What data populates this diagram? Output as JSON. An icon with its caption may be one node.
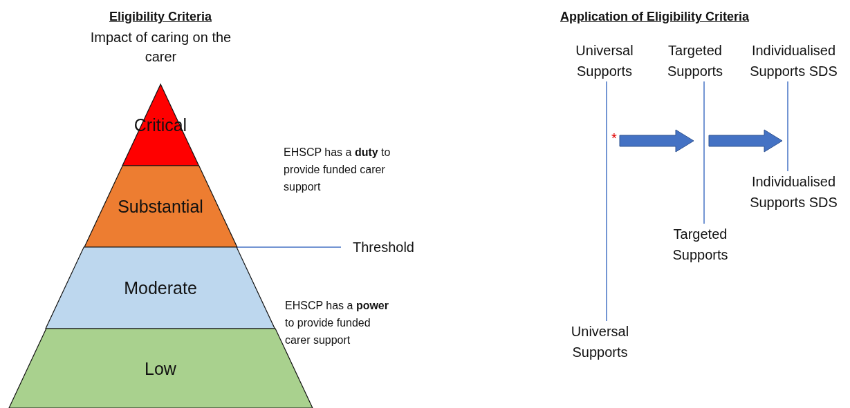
{
  "diagram": {
    "nodes": [
      {
        "text": [
          "Critical"
        ]
      },
      {
        "text": [
          "Substantial"
        ]
      },
      {
        "text": [
          "Moderate"
        ]
      },
      {
        "text": [
          "Low"
        ]
      },
      {
        "text": [
          "Threshold"
        ]
      },
      {
        "text": [
          "Universal Supports"
        ]
      },
      {
        "text": [
          "Targeted Supports"
        ]
      },
      {
        "text": [
          "Individualised Supports SDS"
        ]
      },
      {
        "text": [
          "Individualised Supports SDS"
        ]
      },
      {
        "text": [
          "Targeted Supports"
        ]
      },
      {
        "text": [
          "Universal Supports"
        ]
      }
    ],
    "edges": [
      {
        "from": 4,
        "to": 2,
        "arrow": "none"
      },
      {
        "from": 5,
        "to": 10,
        "arrow": "none"
      },
      {
        "from": 6,
        "to": 9,
        "arrow": "none"
      },
      {
        "from": 7,
        "to": 8,
        "arrow": "none"
      }
    ],
    "labels": [
      "Eligibility Criteria",
      "Impact of caring on the carer",
      "Application of Eligibility Criteria",
      "EHSCP has a **duty** to provide funded carer support",
      "EHSCP has a **power** to provide funded carer support",
      "*"
    ]
  }
}
